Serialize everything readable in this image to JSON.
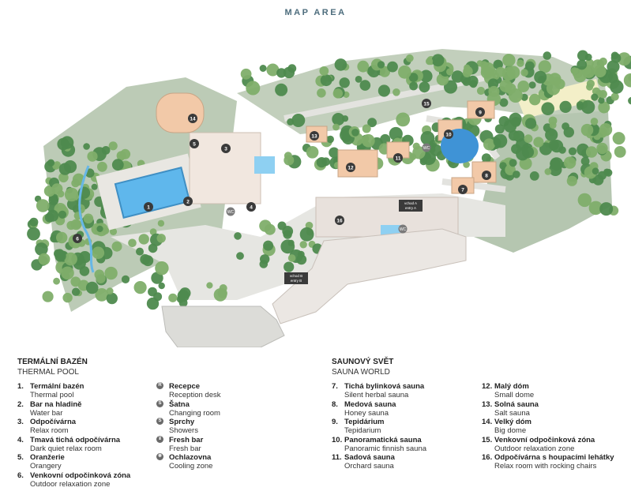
{
  "title": "MAP AREA",
  "map": {
    "markers": [
      "1",
      "2",
      "3",
      "4",
      "5",
      "6",
      "7",
      "8",
      "9",
      "10",
      "11",
      "12",
      "13",
      "14",
      "15",
      "16"
    ],
    "wc_label": "WC",
    "entrance_a": "vchod A\nentry A",
    "entrance_b": "vchod B\nentry B"
  },
  "thermal": {
    "heading_cz": "TERMÁLNÍ BAZÉN",
    "heading_en": "THERMAL POOL",
    "items": [
      {
        "num": "1.",
        "cz": "Termální bazén",
        "en": "Thermal pool"
      },
      {
        "num": "2.",
        "cz": "Bar na hladině",
        "en": "Water bar"
      },
      {
        "num": "3.",
        "cz": "Odpočívárna",
        "en": "Relax room"
      },
      {
        "num": "4.",
        "cz": "Tmavá tichá odpočívárna",
        "en": "Dark quiet relax room"
      },
      {
        "num": "5.",
        "cz": "Oranžerie",
        "en": "Orangery"
      },
      {
        "num": "6.",
        "cz": "Venkovní odpočinková zóna",
        "en": "Outdoor relaxation zone"
      }
    ]
  },
  "services": {
    "items": [
      {
        "icon": "reception-icon",
        "glyph": "R",
        "cz": "Recepce",
        "en": "Reception desk"
      },
      {
        "icon": "changing-room-icon",
        "glyph": "Š",
        "cz": "Šatna",
        "en": "Changing room"
      },
      {
        "icon": "showers-icon",
        "glyph": "S",
        "cz": "Sprchy",
        "en": "Showers"
      },
      {
        "icon": "fresh-bar-icon",
        "glyph": "¥",
        "cz": "Fresh bar",
        "en": "Fresh bar"
      },
      {
        "icon": "cooling-zone-icon",
        "glyph": "❄",
        "cz": "Ochlazovna",
        "en": "Cooling zone"
      }
    ]
  },
  "sauna": {
    "heading_cz": "SAUNOVÝ SVĚT",
    "heading_en": "SAUNA WORLD",
    "col1": [
      {
        "num": "7.",
        "cz": "Tichá bylinková sauna",
        "en": "Silent herbal sauna"
      },
      {
        "num": "8.",
        "cz": "Medová sauna",
        "en": "Honey sauna"
      },
      {
        "num": "9.",
        "cz": "Tepidárium",
        "en": "Tepidarium"
      },
      {
        "num": "10.",
        "cz": "Panoramatická sauna",
        "en": "Panoramic finnish sauna"
      },
      {
        "num": "11.",
        "cz": "Sadová sauna",
        "en": "Orchard sauna"
      }
    ],
    "col2": [
      {
        "num": "12.",
        "cz": "Malý dóm",
        "en": "Small dome"
      },
      {
        "num": "13.",
        "cz": "Solná sauna",
        "en": "Salt sauna"
      },
      {
        "num": "14.",
        "cz": "Velký dóm",
        "en": "Big dome"
      },
      {
        "num": "15.",
        "cz": "Venkovní odpočinková zóna",
        "en": "Outdoor relaxation zone"
      },
      {
        "num": "16.",
        "cz": "Odpočívárna s houpacími lehátky",
        "en": "Relax room with rocking chairs"
      }
    ]
  },
  "colors": {
    "lawn": "#b9c9b3",
    "lawn_dark": "#9fb59a",
    "tree": "#4e8a4e",
    "tree_light": "#7fae6a",
    "path": "#e4e4e0",
    "roof": "#f2c9a8",
    "pool": "#5fb7ec",
    "building": "#d7d7d4",
    "marker": "#3a3a3a"
  }
}
